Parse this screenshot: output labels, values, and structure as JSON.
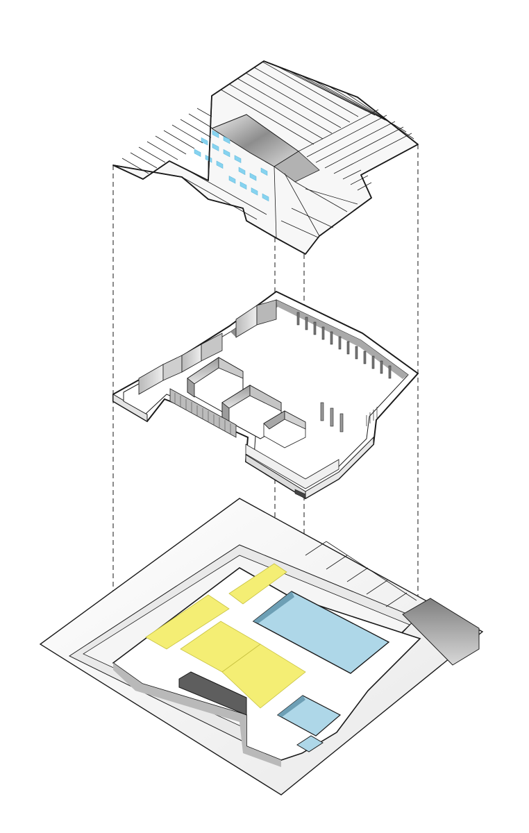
{
  "palette": {
    "background": "#ffffff",
    "line": "#1a1a1a",
    "roof": "#f7f7f7",
    "roof_valley": "#9a9a9a",
    "skylight": "#86d3f0",
    "wall_top": "#ffffff",
    "wall_face": "#d4d4d4",
    "wall_shadow": "#8c8c8c",
    "floor": "#ffffff",
    "ground": "#f2f2f2",
    "sunken": "#dcdcdc",
    "yellow_zone": "#f4ee74",
    "pool": "#aed7e8",
    "pool_edge": "#6d9fb5"
  },
  "layers": [
    {
      "id": "roof",
      "description_icon": "roof-plane-icon"
    },
    {
      "id": "walls",
      "description_icon": "wall-plan-icon"
    },
    {
      "id": "site",
      "description_icon": "site-plan-icon"
    }
  ],
  "zones": {
    "skylight_count": 16,
    "yellow_zone_count": 4,
    "pool_count": 3
  }
}
